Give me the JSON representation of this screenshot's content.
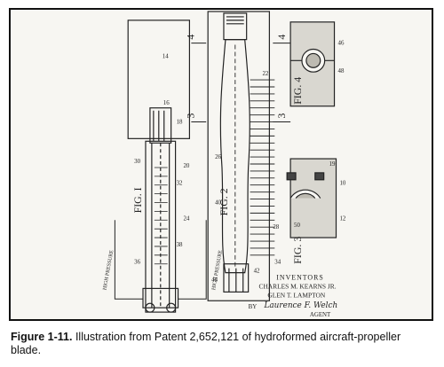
{
  "figure": {
    "fig1_label": "FIG. I",
    "fig2_label": "FIG. 2",
    "fig3_label": "FIG. 3",
    "fig4_label": "FIG. 4",
    "section_marks": [
      "4",
      "3",
      "4",
      "3"
    ],
    "inventors_heading": "INVENTORS",
    "inventor_1": "CHARLES M. KEARNS JR.",
    "inventor_2": "GLEN T. LAMPTON",
    "by": "BY",
    "signature": "Laurence F. Welch",
    "agent": "AGENT",
    "pressure_left": "HIGH PRESSURE",
    "pressure_right": "HIGH PRESSURE",
    "part_numbers": [
      "14",
      "16",
      "18",
      "20",
      "22",
      "24",
      "26",
      "28",
      "30",
      "32",
      "34",
      "36",
      "38",
      "40",
      "42",
      "44",
      "46",
      "48",
      "10",
      "12",
      "50",
      "19"
    ]
  },
  "caption": {
    "number": "Figure 1-11.",
    "text": " Illustration from Patent 2,652,121 of hydroformed aircraft-propeller blade."
  }
}
